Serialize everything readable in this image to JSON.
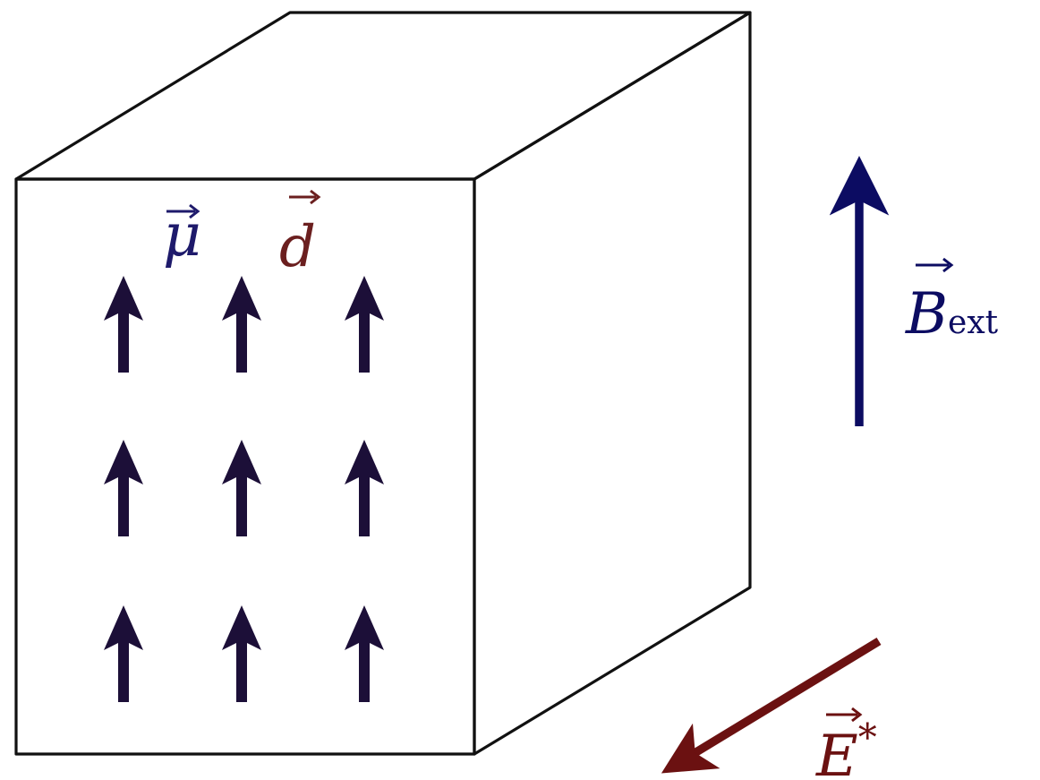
{
  "labels": {
    "mu": "μ",
    "d": "d",
    "b_main": "B",
    "b_sub": "ext",
    "e_main": "E",
    "e_sup": "*"
  },
  "colors": {
    "cube_edge": "#111111",
    "mu": "#1e1a6b",
    "d": "#6b1f1f",
    "dipole_arrows": "#1c0f38",
    "b_field": "#0c0c62",
    "e_field": "#6b1111"
  },
  "dipoles": {
    "rows": 3,
    "columns": 3,
    "direction": "up"
  }
}
